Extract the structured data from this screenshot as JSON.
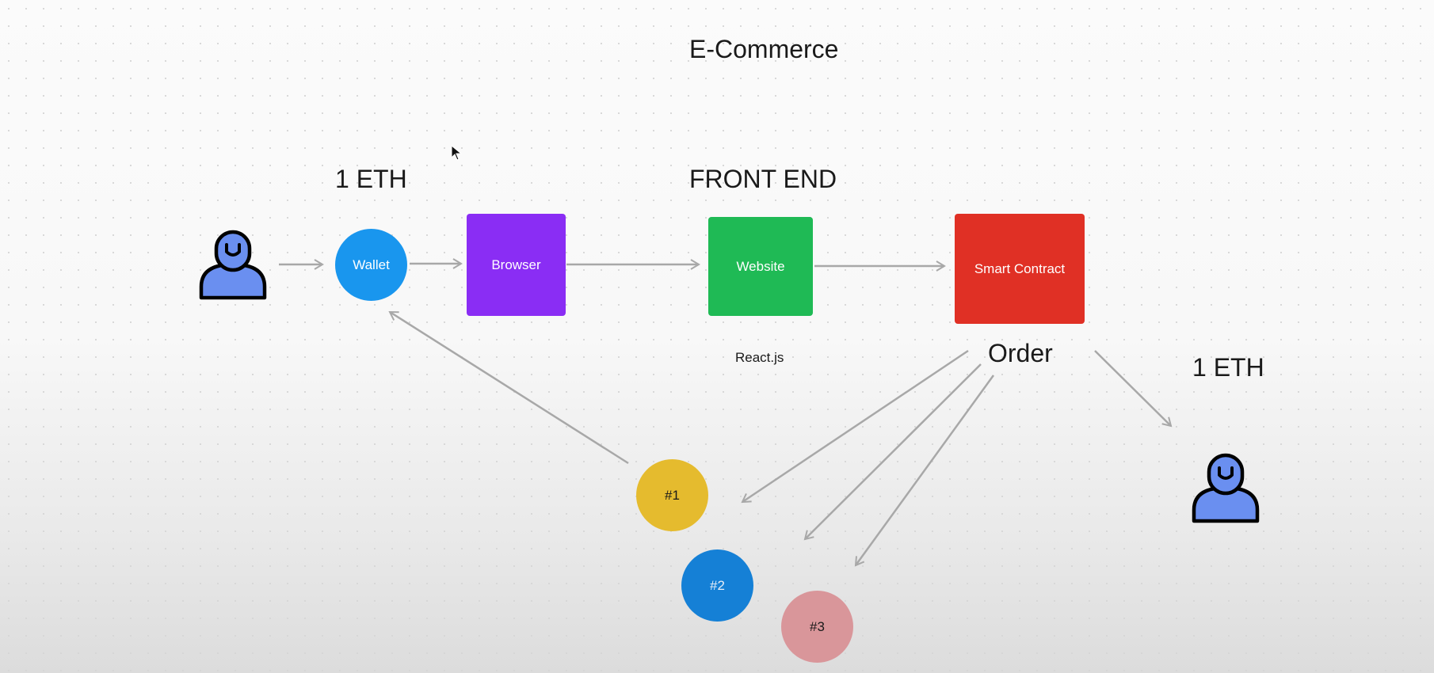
{
  "title": "E-Commerce",
  "labels": {
    "eth_left": "1 ETH",
    "front_end": "FRONT END",
    "react": "React.js",
    "order": "Order",
    "eth_right": "1 ETH"
  },
  "nodes": {
    "wallet": {
      "label": "Wallet",
      "color": "#1996ee"
    },
    "browser": {
      "label": "Browser",
      "color": "#8a2df4"
    },
    "website": {
      "label": "Website",
      "color": "#1fba55"
    },
    "smart_contract": {
      "label": "Smart Contract",
      "color": "#e03025"
    }
  },
  "orders": [
    {
      "label": "#1",
      "color": "#e5bb2e"
    },
    {
      "label": "#2",
      "color": "#1580d6"
    },
    {
      "label": "#3",
      "color": "#d9969a"
    }
  ],
  "icons": {
    "user_left": "user-icon",
    "user_right": "user-icon",
    "cursor": "mouse-pointer-icon"
  },
  "colors": {
    "arrow": "#a8a8a8",
    "user_fill": "#6a8ff0"
  }
}
